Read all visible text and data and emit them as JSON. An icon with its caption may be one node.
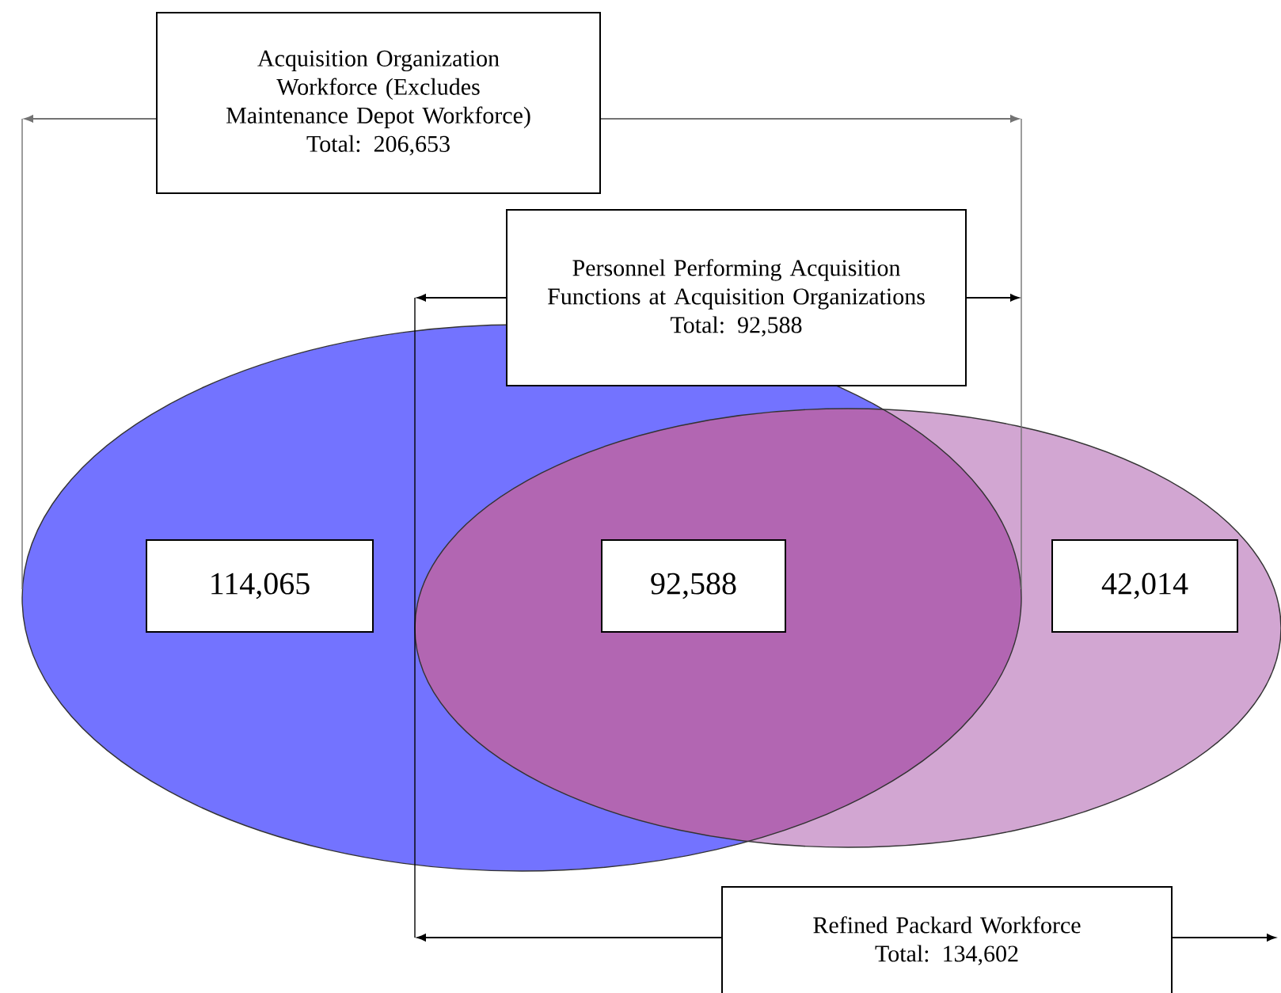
{
  "diagram": {
    "nodes": [
      {
        "text": [
          "Acquisition Organization Workforce (Excludes Maintenance Depot Workforce)",
          "Total: 206,653"
        ]
      },
      {
        "text": [
          "Personnel Performing Acquisition Functions at Acquisition Organizations",
          "Total: 92,588"
        ]
      },
      {
        "text": [
          "114,065"
        ]
      },
      {
        "text": [
          "92,588"
        ]
      },
      {
        "text": [
          "42,014"
        ]
      },
      {
        "text": [
          "Refined Packard Workforce",
          "Total: 134,602"
        ]
      }
    ]
  }
}
